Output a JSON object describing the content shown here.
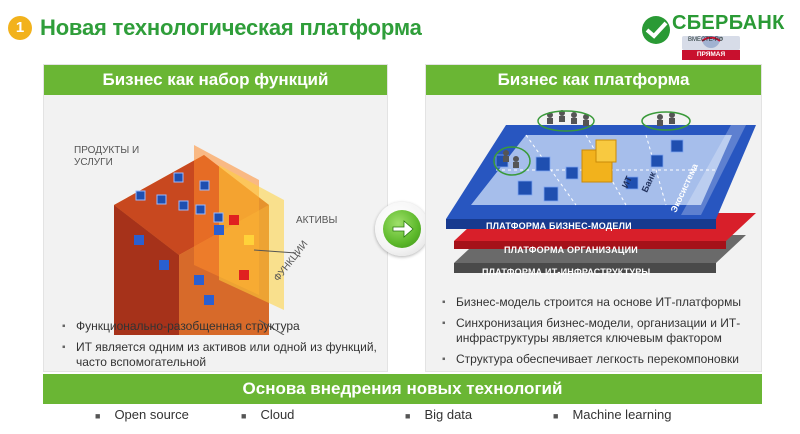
{
  "header": {
    "badge_number": "1",
    "title": "Новая технологическая платформа",
    "logo_text": "СБЕРБАНК",
    "live_sub": "ВМЕСТЕ-РФ",
    "live_label": "ПРЯМАЯ ТРАНСЛЯЦИЯ"
  },
  "left_panel": {
    "title": "Бизнес как набор функций",
    "label_products": "ПРОДУКТЫ И УСЛУГИ",
    "label_assets": "АКТИВЫ",
    "label_functions": "ФУНКЦИИ",
    "bullets": [
      "Функционально-разобщенная структура",
      "ИТ является одним из активов или одной из функций, часто вспомогательной"
    ]
  },
  "right_panel": {
    "title": "Бизнес как платформа",
    "layer_business": "ПЛАТФОРМА БИЗНЕС-МОДЕЛИ",
    "layer_org": "ПЛАТФОРМА ОРГАНИЗАЦИИ",
    "layer_it": "ПЛАТФОРМА ИТ-ИНФРАСТРУКТУРЫ",
    "label_it": "ИТ",
    "label_bank": "Банк",
    "label_ecosystem": "Экосистема",
    "bullets": [
      "Бизнес-модель строится на основе ИТ-платформы",
      "Синхронизация бизнес-модели, организации и ИТ-инфраструктуры является ключевым фактором",
      "Структура обеспечивает легкость перекомпоновки"
    ]
  },
  "footer": {
    "title": "Основа внедрения новых технологий",
    "items": [
      "Open source",
      "Cloud",
      "Big data",
      "Machine learning"
    ]
  },
  "colors": {
    "brand_green": "#2f9e3a",
    "bar_green": "#6ab634",
    "badge_orange": "#f2b21c",
    "layer_blue": "#1f4fb0",
    "layer_red": "#d81f2a",
    "layer_gray": "#5a5a5a"
  },
  "icons": {
    "arrow": "arrow-right-icon",
    "logo": "sberbank-logo-icon"
  }
}
